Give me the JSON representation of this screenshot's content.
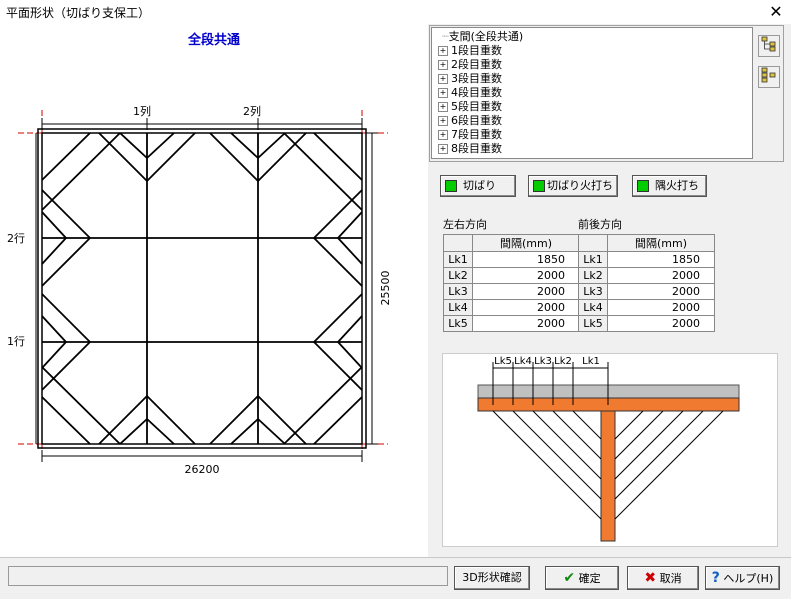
{
  "window": {
    "title": "平面形状（切ばり支保工）",
    "close_label": "✕"
  },
  "plan": {
    "title": "全段共通",
    "col_labels": [
      "1列",
      "2列"
    ],
    "row_labels": [
      "2行",
      "1行"
    ],
    "width_dim": "26200",
    "height_dim": "25500"
  },
  "tree": {
    "root": "支間(全段共通)",
    "items": [
      "1段目重数",
      "2段目重数",
      "3段目重数",
      "4段目重数",
      "5段目重数",
      "6段目重数",
      "7段目重数",
      "8段目重数"
    ],
    "expand_glyph": "+"
  },
  "tools": {
    "tool1_icon": "tree-expand-icon",
    "tool2_icon": "tree-collapse-icon"
  },
  "modes": {
    "kiribari": "切ばり",
    "kiribari_hiuchi": "切ばり火打ち",
    "sumi_hiuchi": "隅火打ち",
    "active_color": "#00cc00"
  },
  "lr": {
    "title": "左右方向",
    "header": "間隔(mm)",
    "rows": [
      {
        "label": "Lk1",
        "value": "1850"
      },
      {
        "label": "Lk2",
        "value": "2000"
      },
      {
        "label": "Lk3",
        "value": "2000"
      },
      {
        "label": "Lk4",
        "value": "2000"
      },
      {
        "label": "Lk5",
        "value": "2000"
      }
    ]
  },
  "fb": {
    "title": "前後方向",
    "header": "間隔(mm)",
    "rows": [
      {
        "label": "Lk1",
        "value": "1850"
      },
      {
        "label": "Lk2",
        "value": "2000"
      },
      {
        "label": "Lk3",
        "value": "2000"
      },
      {
        "label": "Lk4",
        "value": "2000"
      },
      {
        "label": "Lk5",
        "value": "2000"
      }
    ]
  },
  "diagram": {
    "labels": [
      "Lk5",
      "Lk4",
      "Lk3",
      "Lk2",
      "Lk1"
    ],
    "beam_color": "#f07a30",
    "slab_color": "#c0c0c0"
  },
  "footer": {
    "status": "",
    "check3d": "3D形状確認",
    "ok": "確定",
    "cancel": "取消",
    "help": "ヘルプ(H)",
    "ok_icon": "check-icon",
    "cancel_icon": "x-icon",
    "help_icon": "question-icon"
  }
}
